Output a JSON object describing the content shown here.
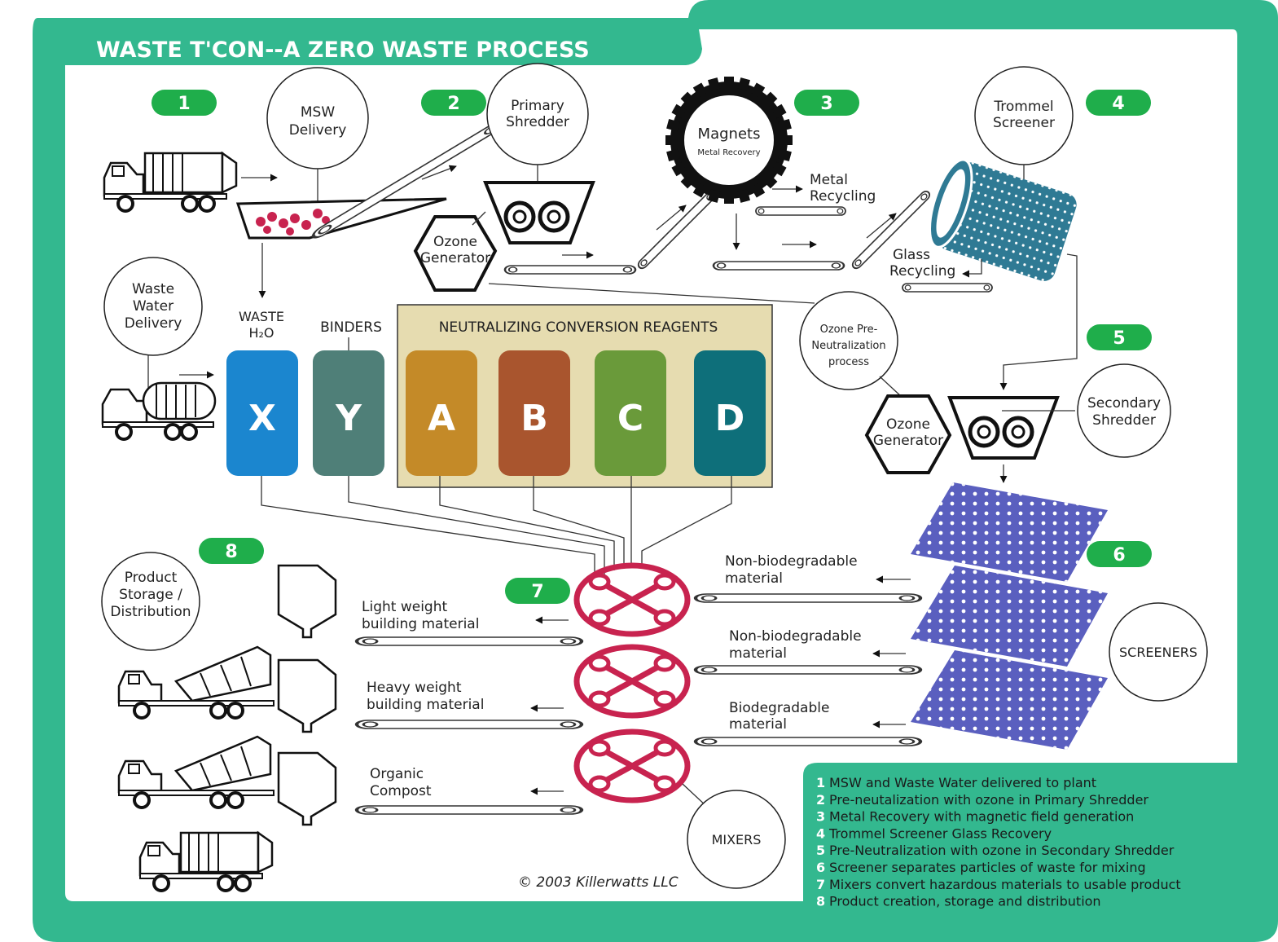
{
  "title": "WASTE T'CON--A ZERO WASTE PROCESS",
  "colors": {
    "frame": "#33b88f",
    "badge": "#1fae4b",
    "reagent_panel": "#e6dcb0",
    "tank_x": "#1b86cf",
    "tank_y": "#4f7f78",
    "tank_a": "#c48a28",
    "tank_b": "#a9552e",
    "tank_c": "#6a9a3a",
    "tank_d": "#0e6f7a",
    "mixer": "#c8234f",
    "screener": "#5a5fbf",
    "trommel": "#2f7a94"
  },
  "icons": [
    "garbage-truck-icon",
    "tanker-truck-icon",
    "cement-mixer-truck-icon",
    "gear-icon",
    "magnet-gear-icon",
    "conveyor-icon",
    "silo-icon"
  ],
  "badges": [
    "1",
    "2",
    "3",
    "4",
    "5",
    "6",
    "7",
    "8"
  ],
  "circle_labels": {
    "msw": [
      "MSW",
      "Delivery"
    ],
    "primary_shredder": [
      "Primary",
      "Shredder"
    ],
    "magnets": [
      "Magnets",
      "Metal Recovery"
    ],
    "trommel": [
      "Trommel",
      "Screener"
    ],
    "waste_water": [
      "Waste",
      "Water",
      "Delivery"
    ],
    "ozone_pre": [
      "Ozone Pre-",
      "Neutralization",
      "process"
    ],
    "secondary_shredder": [
      "Secondary",
      "Shredder"
    ],
    "screeners": "SCREENERS",
    "mixers": "MIXERS",
    "product": [
      "Product",
      "Storage /",
      "Distribution"
    ]
  },
  "ozone_generator": [
    "Ozone",
    "Generator"
  ],
  "labels": {
    "metal_recycling": [
      "Metal",
      "Recycling"
    ],
    "glass_recycling": [
      "Glass",
      "Recycling"
    ],
    "waste_h2o": [
      "WASTE",
      "H₂O"
    ],
    "binders": "BINDERS",
    "reagents_title": "NEUTRALIZING CONVERSION REAGENTS",
    "non_bio_1": [
      "Non-biodegradable",
      "material"
    ],
    "non_bio_2": [
      "Non-biodegradable",
      "material"
    ],
    "bio": [
      "Biodegradable",
      "material"
    ],
    "light": [
      "Light  weight",
      "building material"
    ],
    "heavy": [
      "Heavy weight",
      "building material"
    ],
    "organic": [
      "Organic",
      "Compost"
    ],
    "copyright": "© 2003 Killerwatts LLC"
  },
  "tanks": [
    "X",
    "Y",
    "A",
    "B",
    "C",
    "D"
  ],
  "legend": [
    {
      "num": "1",
      "text": "MSW and Waste Water delivered to plant"
    },
    {
      "num": "2",
      "text": "Pre-neutalization with ozone in Primary Shredder"
    },
    {
      "num": "3",
      "text": "Metal Recovery with magnetic field generation"
    },
    {
      "num": "4",
      "text": "Trommel Screener Glass Recovery"
    },
    {
      "num": "5",
      "text": "Pre-Neutralization with ozone in Secondary Shredder"
    },
    {
      "num": "6",
      "text": "Screener separates particles of waste for mixing"
    },
    {
      "num": "7",
      "text": "Mixers convert hazardous materials to usable product"
    },
    {
      "num": "8",
      "text": "Product creation, storage and distribution"
    }
  ]
}
